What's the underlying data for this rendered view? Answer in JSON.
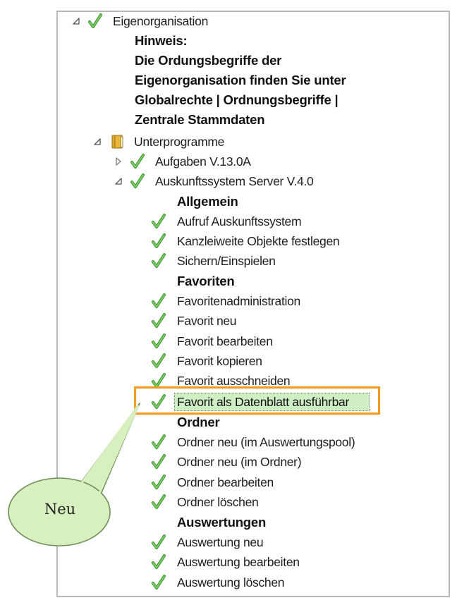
{
  "tree": {
    "root": {
      "label": "Eigenorganisation",
      "icon": "check-icon",
      "expanded": true
    },
    "hint_lines": [
      "Hinweis:",
      "Die Ordungsbegriffe der",
      "Eigenorganisation finden Sie unter",
      "Globalrechte | Ordnungsbegriffe |",
      "Zentrale Stammdaten"
    ],
    "subprograms": {
      "label": "Unterprogramme",
      "icon": "book-icon",
      "expanded": true
    },
    "aufgaben": {
      "label": "Aufgaben V.13.0A",
      "icon": "check-icon",
      "expanded": false
    },
    "auskunft": {
      "label": "Auskunftssystem Server V.4.0",
      "icon": "check-icon",
      "expanded": true
    },
    "groups": {
      "allgemein": "Allgemein",
      "favoriten": "Favoriten",
      "ordner": "Ordner",
      "auswertungen": "Auswertungen"
    },
    "items": {
      "aufruf": "Aufruf Auskunftssystem",
      "kanzleiweite": "Kanzleiweite Objekte festlegen",
      "sichern": "Sichern/Einspielen",
      "fav_admin": "Favoritenadministration",
      "fav_neu": "Favorit neu",
      "fav_bearbeiten": "Favorit bearbeiten",
      "fav_kopieren": "Favorit kopieren",
      "fav_ausschneiden": "Favorit ausschneiden",
      "fav_datenblatt": "Favorit als Datenblatt ausführbar",
      "ordner_neu_pool": "Ordner neu (im Auswertungspool)",
      "ordner_neu_ordner": "Ordner neu (im Ordner)",
      "ordner_bearbeiten": "Ordner bearbeiten",
      "ordner_loeschen": "Ordner löschen",
      "ausw_neu": "Auswertung neu",
      "ausw_bearbeiten": "Auswertung bearbeiten",
      "ausw_loeschen": "Auswertung löschen"
    },
    "selected_item": "fav_datenblatt"
  },
  "callout": {
    "text": "Neu"
  },
  "colors": {
    "highlight_border": "#f39a1f",
    "callout_fill": "#d8efc0",
    "callout_stroke": "#6f8f57",
    "selected_bg": "#cfeec4",
    "check": "#5fb64a"
  }
}
